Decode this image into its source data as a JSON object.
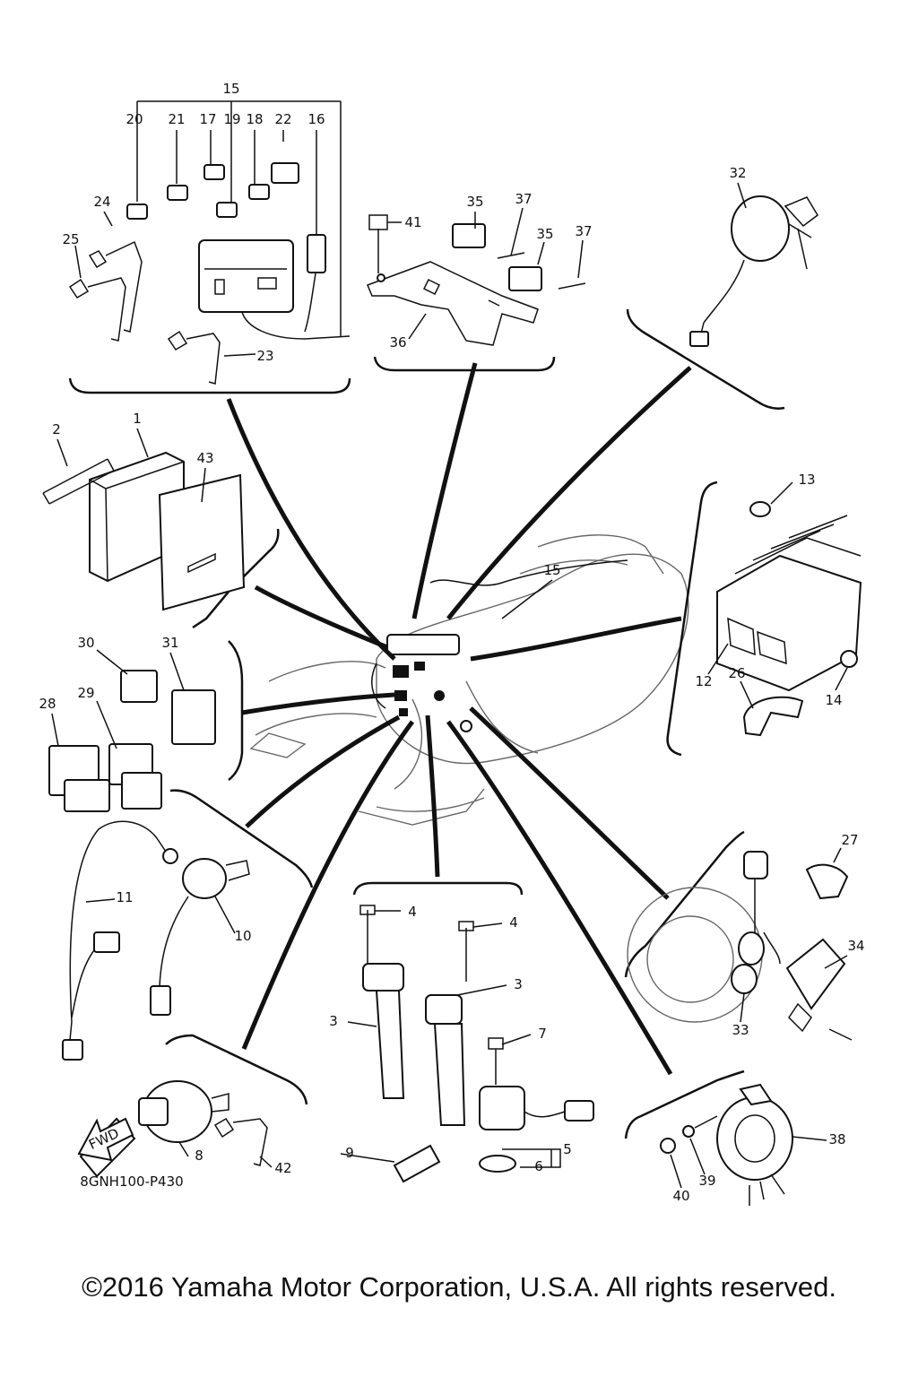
{
  "diagram": {
    "drawing_code": "8GNH100-P430",
    "fwd_arrow": "FWD",
    "copyright": "©2016 Yamaha Motor Corporation, U.S.A. All rights reserved.",
    "callouts": {
      "c1": "1",
      "c2": "2",
      "c3a": "3",
      "c3b": "3",
      "c4a": "4",
      "c4b": "4",
      "c5": "5",
      "c6": "6",
      "c7": "7",
      "c8": "8",
      "c9": "9",
      "c10": "10",
      "c11": "11",
      "c12": "12",
      "c13": "13",
      "c14": "14",
      "c15a": "15",
      "c15b": "15",
      "c16": "16",
      "c17": "17",
      "c18": "18",
      "c19": "19",
      "c20": "20",
      "c21": "21",
      "c22": "22",
      "c23": "23",
      "c24": "24",
      "c25": "25",
      "c26": "26",
      "c27": "27",
      "c28": "28",
      "c29": "29",
      "c30": "30",
      "c31": "31",
      "c32": "32",
      "c33": "33",
      "c34": "34",
      "c35a": "35",
      "c35b": "35",
      "c36": "36",
      "c37a": "37",
      "c37b": "37",
      "c38": "38",
      "c39": "39",
      "c40": "40",
      "c41": "41",
      "c42": "42",
      "c43": "43"
    },
    "icons": [
      "fwd-arrow-icon"
    ]
  }
}
